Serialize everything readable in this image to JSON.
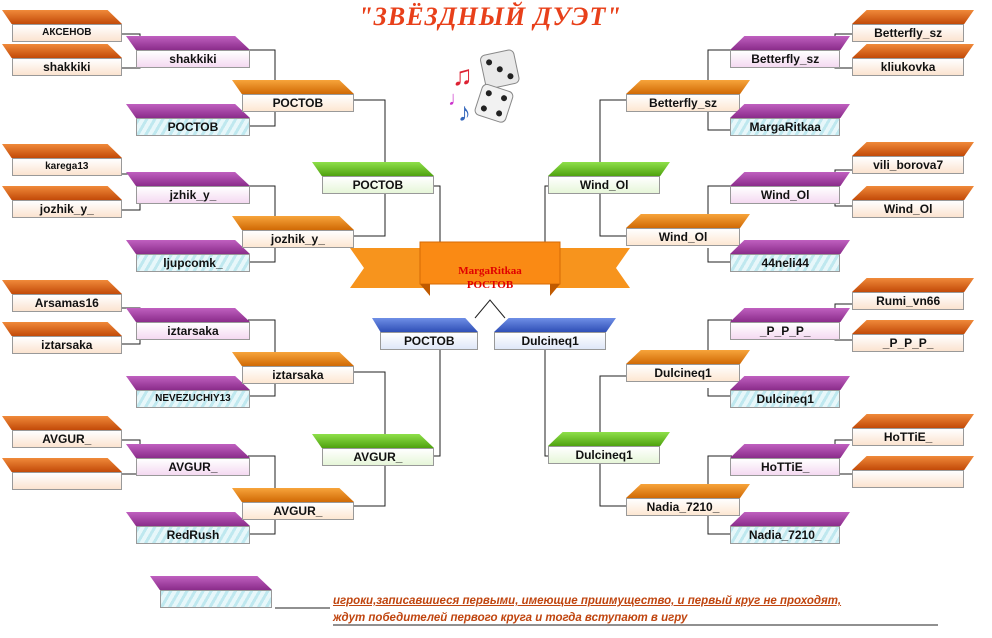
{
  "title": "\"ЗВЁЗДНЫЙ ДУЭТ\"",
  "winner": {
    "line1": "MargaRitkaa",
    "line2": "РОСТОВ"
  },
  "left": {
    "r1": [
      "АКСЕНОВ",
      "shakkiki",
      "karega13",
      "jozhik_y_",
      "Arsamas16",
      "iztarsaka",
      "AVGUR_",
      ""
    ],
    "r2": [
      "shakkiki",
      "РОСТОВ",
      "jzhik_y_",
      "ljupcomk_",
      "iztarsaka",
      "NEVEZUCHIY13",
      "AVGUR_",
      "RedRush"
    ],
    "r3": [
      "РОСТОВ",
      "jozhik_y_",
      "iztarsaka",
      "AVGUR_"
    ],
    "r4": [
      "РОСТОВ",
      "AVGUR_"
    ],
    "semi": "РОСТОВ"
  },
  "right": {
    "r1": [
      "Betterfly_sz",
      "kliukovka",
      "vili_borova7",
      "Wind_Ol",
      "Rumi_vn66",
      "_P_P_P_",
      "HoTTiE_",
      ""
    ],
    "r2": [
      "Betterfly_sz",
      "MargaRitkaa",
      "Wind_Ol",
      "44neli44",
      "_P_P_P_",
      "Dulcineq1",
      "HoTTiE_",
      "Nadia_7210_"
    ],
    "r3": [
      "Betterfly_sz",
      "Wind_Ol",
      "Dulcineq1",
      "Nadia_7210_"
    ],
    "r4": [
      "Wind_Ol",
      "Dulcineq1"
    ],
    "semi": "Dulcineq1"
  },
  "legend": {
    "line1": "игроки,записавшиеся первыми, имеющие приимущество, и первый круг не проходят,",
    "line2": "ждут победителей первого круга и тогда вступают в игру"
  },
  "colors": {
    "title": "#e8401a",
    "note": "#c0450f",
    "winner_text": "#e00000"
  }
}
